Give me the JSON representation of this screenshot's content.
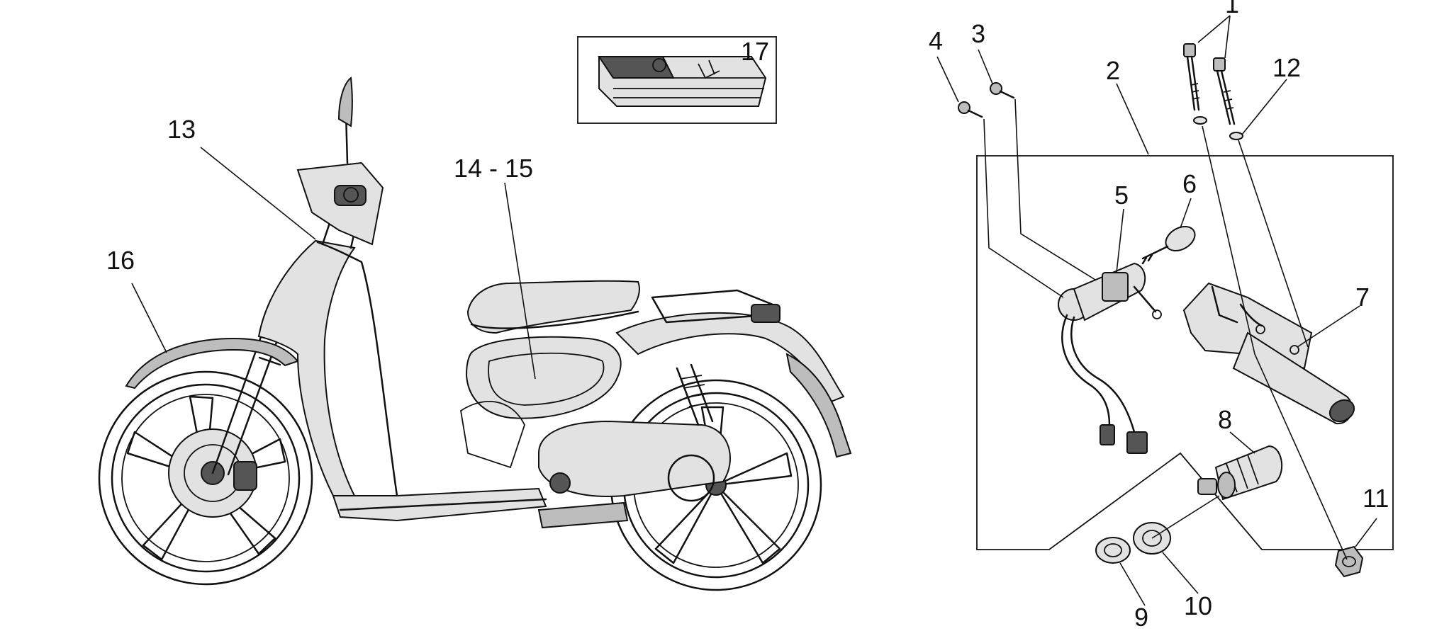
{
  "callouts": [
    {
      "id": "1",
      "text": "1"
    },
    {
      "id": "2",
      "text": "2"
    },
    {
      "id": "3",
      "text": "3"
    },
    {
      "id": "4",
      "text": "4"
    },
    {
      "id": "5",
      "text": "5"
    },
    {
      "id": "6",
      "text": "6"
    },
    {
      "id": "7",
      "text": "7"
    },
    {
      "id": "8",
      "text": "8"
    },
    {
      "id": "9",
      "text": "9"
    },
    {
      "id": "10",
      "text": "10"
    },
    {
      "id": "11",
      "text": "11"
    },
    {
      "id": "12",
      "text": "12"
    },
    {
      "id": "13",
      "text": "13"
    },
    {
      "id": "14-15",
      "text": "14 - 15"
    },
    {
      "id": "16",
      "text": "16"
    },
    {
      "id": "17",
      "text": "17"
    }
  ],
  "colors": {
    "ink": "#111111",
    "paper": "#ffffff",
    "shade": "#bdbdbd",
    "light_shade": "#e2e2e2",
    "dark_shade": "#555555"
  }
}
